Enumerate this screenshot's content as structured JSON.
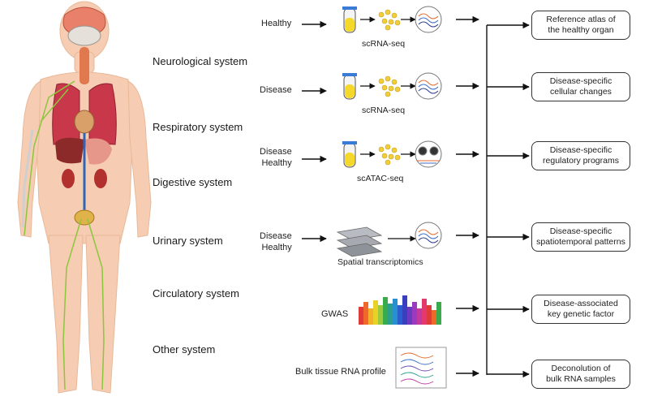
{
  "systems": [
    "Neurological system",
    "Respiratory system",
    "Digestive system",
    "Urinary system",
    "Circulatory system",
    "Other system"
  ],
  "rows": [
    {
      "condition": "Healthy",
      "technique": "scRNA-seq",
      "output": "Reference atlas of\nthe healthy organ"
    },
    {
      "condition": "Disease",
      "technique": "scRNA-seq",
      "output": "Disease-specific\ncellular changes"
    },
    {
      "condition": "Disease\nHealthy",
      "technique": "scATAC-seq",
      "output": "Disease-specific\nregulatory programs"
    },
    {
      "condition": "Disease\nHealthy",
      "technique": "Spatial transcriptomics",
      "output": "Disease-specific\nspatiotemporal patterns"
    },
    {
      "condition": "GWAS",
      "technique": "",
      "output": "Disease-associated\nkey genetic factor"
    },
    {
      "condition": "Bulk tissue RNA profile",
      "technique": "",
      "output": "Deconolution of\nbulk RNA samples"
    }
  ],
  "colors": {
    "skin": "#f6cdb2",
    "tube_fill": "#f4d82a",
    "cells": "#f2cd3a",
    "nerve": "#8cc63f",
    "arrow": "#111111"
  }
}
